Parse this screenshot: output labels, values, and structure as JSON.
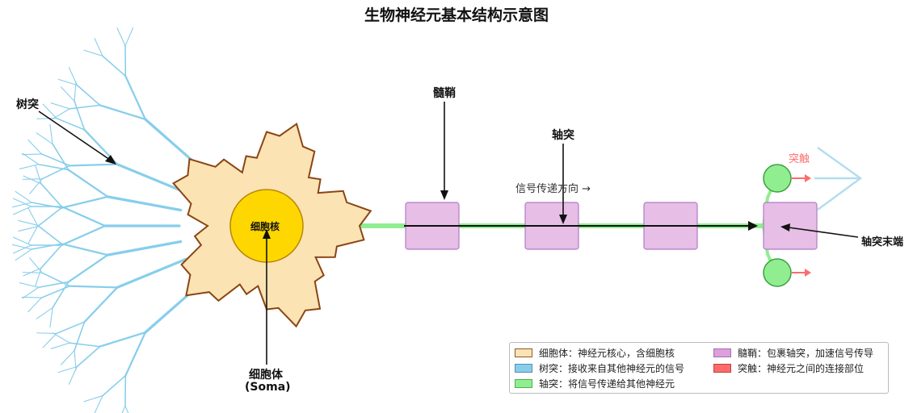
{
  "title": "生物神经元基本结构示意图",
  "labels": {
    "dendrite": "树突",
    "myelin": "髓鞘",
    "axon": "轴突",
    "signal_direction": "信号传递方向 →",
    "synapse": "突触",
    "nucleus": "细胞核",
    "soma_line1": "细胞体",
    "soma_line2": "(Soma)",
    "axon_terminal": "轴突末端"
  },
  "legend": [
    {
      "label": "细胞体：神经元核心，含细胞核",
      "color": "#FCE3B4",
      "border": "#8B5A2B"
    },
    {
      "label": "树突：接收来自其他神经元的信号",
      "color": "#87CEEB",
      "border": "#5A8FB0"
    },
    {
      "label": "轴突：将信号传递给其他神经元",
      "color": "#90EE90",
      "border": "#4CAF50"
    },
    {
      "label": "髓鞘：包裹轴突，加速信号传导",
      "color": "#DDA0DD",
      "border": "#A070B0"
    },
    {
      "label": "突触：神经元之间的连接部位",
      "color": "#FF6B6B",
      "border": "#C04040"
    }
  ],
  "colors": {
    "soma_fill": "#FCE3B4",
    "soma_stroke": "#8B4513",
    "nucleus_fill": "#FFD700",
    "dendrite": "#87CEEB",
    "axon": "#90EE90",
    "myelin_fill": "#E6BEE6",
    "myelin_stroke": "#B07CC6",
    "synapse_fill": "#90EE90",
    "synapse_arrow": "#FF6B6B"
  }
}
